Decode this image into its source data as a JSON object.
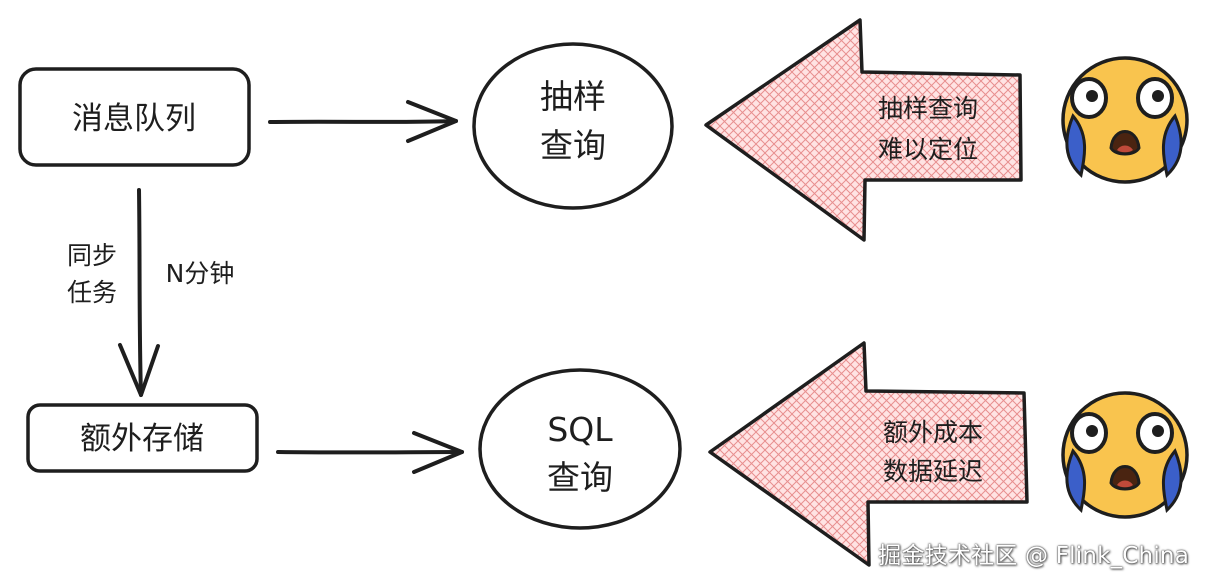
{
  "nodes": {
    "message_queue": "消息队列",
    "extra_storage": "额外存储",
    "sample_query": [
      "抽样",
      "查询"
    ],
    "sql_query": [
      "SQL",
      "查询"
    ]
  },
  "edge_labels": {
    "sync_task": [
      "同步",
      "任务"
    ],
    "interval": "N分钟"
  },
  "callouts": {
    "top": [
      "抽样查询",
      "难以定位"
    ],
    "bottom": [
      "额外成本",
      "数据延迟"
    ]
  },
  "emoji": {
    "top": "crying-face-icon",
    "bottom": "crying-face-icon"
  },
  "watermark": "掘金技术社区 @ Flink_China",
  "colors": {
    "stroke": "#1e1e1e",
    "callout_fill": "#ffc9c9",
    "callout_hatch": "#e88f8f",
    "emoji_face": "#f9c44e",
    "emoji_tear": "#3b5fc9"
  }
}
